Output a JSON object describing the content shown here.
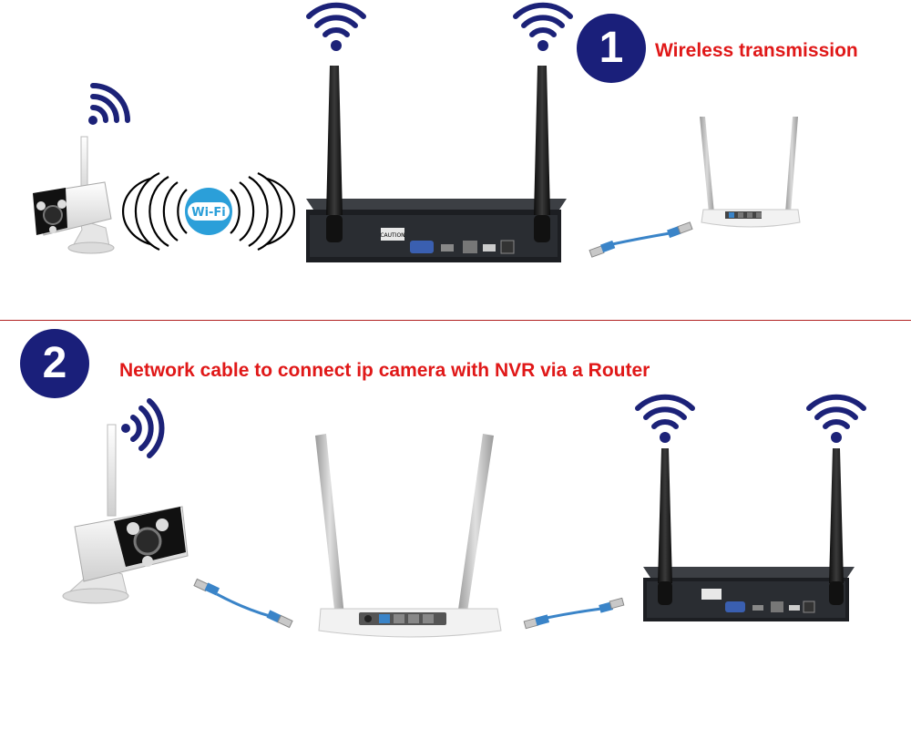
{
  "colors": {
    "accent_red": "#e01818",
    "step_blue": "#1a1f7a",
    "wifi_navy": "#1c2278",
    "wifi_badge": "#2b9fd9",
    "divider": "#b22222",
    "cable_blue": "#3a84c8"
  },
  "step1": {
    "number": "1",
    "title": "Wireless transmission"
  },
  "step2": {
    "number": "2",
    "title": "Network cable to connect ip camera with NVR via a Router"
  },
  "wifi_badge": {
    "label": "Wi-Fi"
  },
  "nvr_labels": {
    "caution": "CAUTION"
  },
  "icons": [
    "wifi-signal-icon",
    "wifi-badge-icon",
    "ip-camera-icon",
    "nvr-icon",
    "router-icon",
    "network-cable-icon"
  ]
}
